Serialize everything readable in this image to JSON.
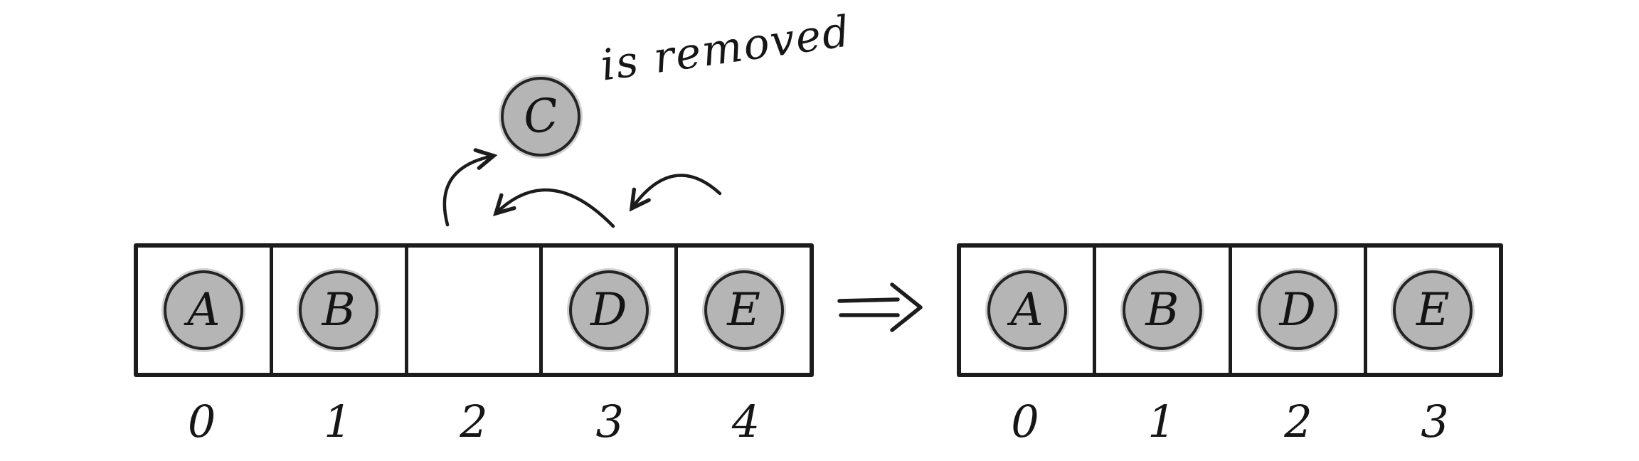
{
  "annotation": {
    "removed_label": "C",
    "text": "is removed"
  },
  "before": {
    "cells": [
      "A",
      "B",
      "",
      "D",
      "E"
    ],
    "indices": [
      "0",
      "1",
      "2",
      "3",
      "4"
    ]
  },
  "after": {
    "cells": [
      "A",
      "B",
      "D",
      "E"
    ],
    "indices": [
      "0",
      "1",
      "2",
      "3"
    ]
  },
  "icons": {
    "transform": "double-right-arrow",
    "remove_arrow": "curved-arrow-up",
    "shift_arrows": "curved-arrow-left"
  },
  "colors": {
    "ink": "#1c1c1c",
    "circle_fill": "#b5b5b5",
    "circle_halo": "#cfcfcf",
    "background": "#ffffff"
  }
}
